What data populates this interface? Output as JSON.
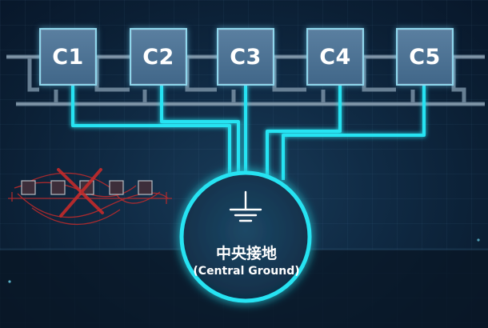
{
  "diagram": {
    "components": [
      {
        "label": "C1"
      },
      {
        "label": "C2"
      },
      {
        "label": "C3"
      },
      {
        "label": "C4"
      },
      {
        "label": "C5"
      }
    ],
    "ground": {
      "label_cn": "中央接地",
      "label_en": "(Central Ground)",
      "symbol": "ground-symbol"
    },
    "inset": {
      "description_symbol": "crossed-out daisy-chain ground loop"
    },
    "colors": {
      "background": "#0a1a2b",
      "wire_glow": "#28e3f2",
      "component_fill": "#4d7394",
      "component_border": "#8fd6ec",
      "bad_wiring": "#c42b2b",
      "grey_bus": "#7890a4"
    }
  }
}
